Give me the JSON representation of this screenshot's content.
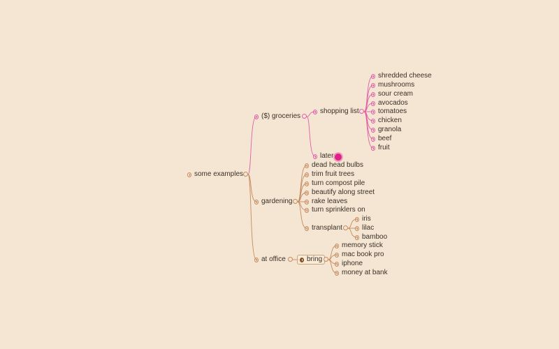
{
  "colors": {
    "background": "#f5e6d3",
    "tan_branch": "#c48a5e",
    "pink_branch": "#e060a8",
    "text": "#3a3028"
  },
  "root": {
    "label": "some examples"
  },
  "groceries": {
    "label": "($) groceries",
    "shopping_list": {
      "label": "shopping list",
      "items": [
        "shredded cheese",
        "mushrooms",
        "sour cream",
        "avocados",
        "tomatoes",
        "chicken",
        "granola",
        "beef",
        "fruit"
      ]
    },
    "later": {
      "label": "later",
      "marker_icon": "starburst-icon"
    }
  },
  "gardening": {
    "label": "gardening",
    "items": [
      "dead head bulbs",
      "trim fruit trees",
      "turn compost pile",
      "beautify along street",
      "rake leaves",
      "turn sprinklers on"
    ],
    "transplant": {
      "label": "transplant",
      "items": [
        "iris",
        "lilac",
        "bamboo"
      ]
    }
  },
  "office": {
    "label": "at office",
    "bring": {
      "label": "bring",
      "items": [
        "memory stick",
        "mac book pro",
        "iphone",
        "money at bank"
      ]
    }
  }
}
